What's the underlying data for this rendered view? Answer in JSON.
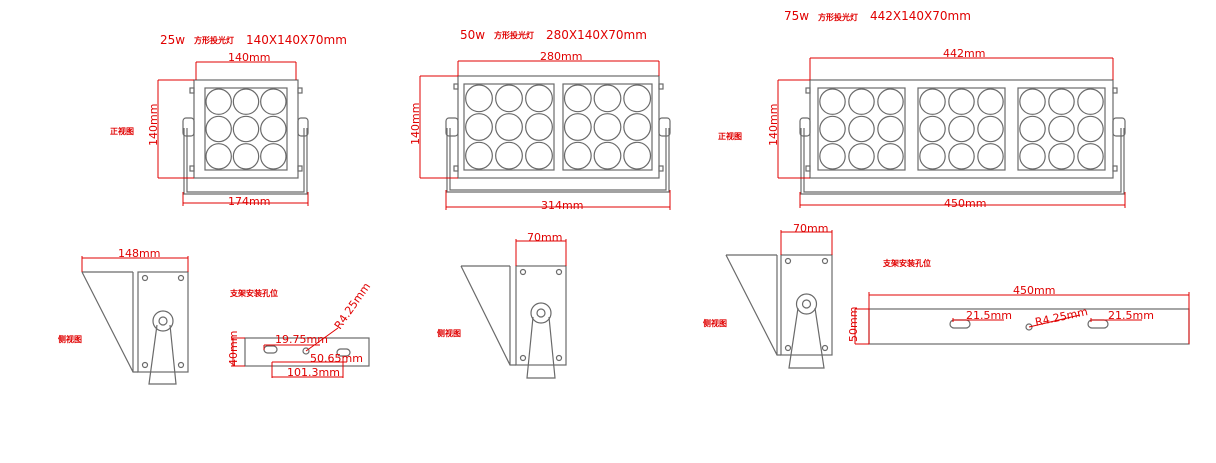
{
  "colors": {
    "line": "#6a6a6a",
    "dimension": "#e00000"
  },
  "lamps": [
    {
      "power": "25w",
      "name": "方形投光灯",
      "size": "140X140X70mm",
      "width_dim": "140mm",
      "height_dim": "140mm",
      "bracket_dim": "174mm"
    },
    {
      "power": "50w",
      "name": "方形投光灯",
      "size": "280X140X70mm",
      "width_dim": "280mm",
      "height_dim": "140mm",
      "bracket_dim": "314mm"
    },
    {
      "power": "75w",
      "name": "方形投光灯",
      "size": "442X140X70mm",
      "width_dim": "442mm",
      "height_dim": "140mm",
      "bracket_dim": "450mm"
    }
  ],
  "labels": {
    "front_view": "正视图",
    "side_view": "侧视图",
    "bracket_holes": "支架安装孔位"
  },
  "side_views": [
    {
      "depth_dim": "148mm"
    },
    {
      "depth_dim": "70mm"
    },
    {
      "depth_dim": "70mm"
    }
  ],
  "plates": [
    {
      "height_dim": "40mm",
      "slot_dim": "19.75mm",
      "radius_dim": "R4.25mm",
      "half_dim": "50.65mm",
      "span_dim": "101.3mm"
    },
    {
      "length_dim": "450mm",
      "height_dim": "50mm",
      "slot_left_dim": "21.5mm",
      "radius_dim": "R4.25mm",
      "slot_right_dim": "21.5mm"
    }
  ]
}
